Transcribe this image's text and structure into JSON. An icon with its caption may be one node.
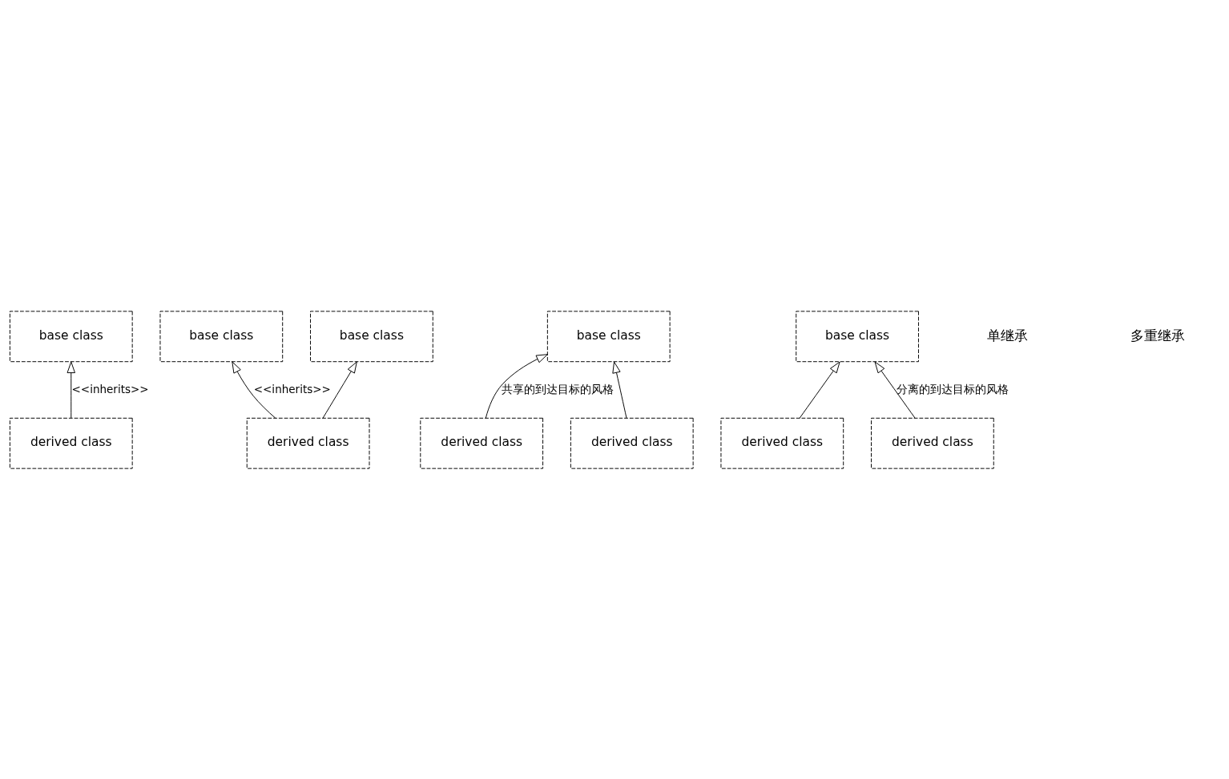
{
  "diagram": {
    "nodes": [
      {
        "text": [
          "base class"
        ]
      },
      {
        "text": [
          "derived class"
        ]
      },
      {
        "text": [
          "base class"
        ]
      },
      {
        "text": [
          "base class"
        ]
      },
      {
        "text": [
          "derived class"
        ]
      },
      {
        "text": [
          "base class"
        ]
      },
      {
        "text": [
          "derived class"
        ]
      },
      {
        "text": [
          "derived class"
        ]
      },
      {
        "text": [
          "base class"
        ]
      },
      {
        "text": [
          "derived class"
        ]
      },
      {
        "text": [
          "derived class"
        ]
      }
    ],
    "edges": [
      {
        "from": 1,
        "to": 0,
        "arrow": "to",
        "label": "<<inherits>>"
      },
      {
        "from": 4,
        "to": 2,
        "arrow": "to",
        "label": "<<inherits>>"
      },
      {
        "from": 4,
        "to": 3,
        "arrow": "to"
      },
      {
        "from": 6,
        "to": 5,
        "arrow": "to",
        "label": "共享的到达目标的风格"
      },
      {
        "from": 7,
        "to": 5,
        "arrow": "to"
      },
      {
        "from": 9,
        "to": 8,
        "arrow": "to"
      },
      {
        "from": 10,
        "to": 8,
        "arrow": "to",
        "label": "分离的到达目标的风格"
      }
    ],
    "labels": [
      "单继承",
      "多重继承"
    ]
  }
}
